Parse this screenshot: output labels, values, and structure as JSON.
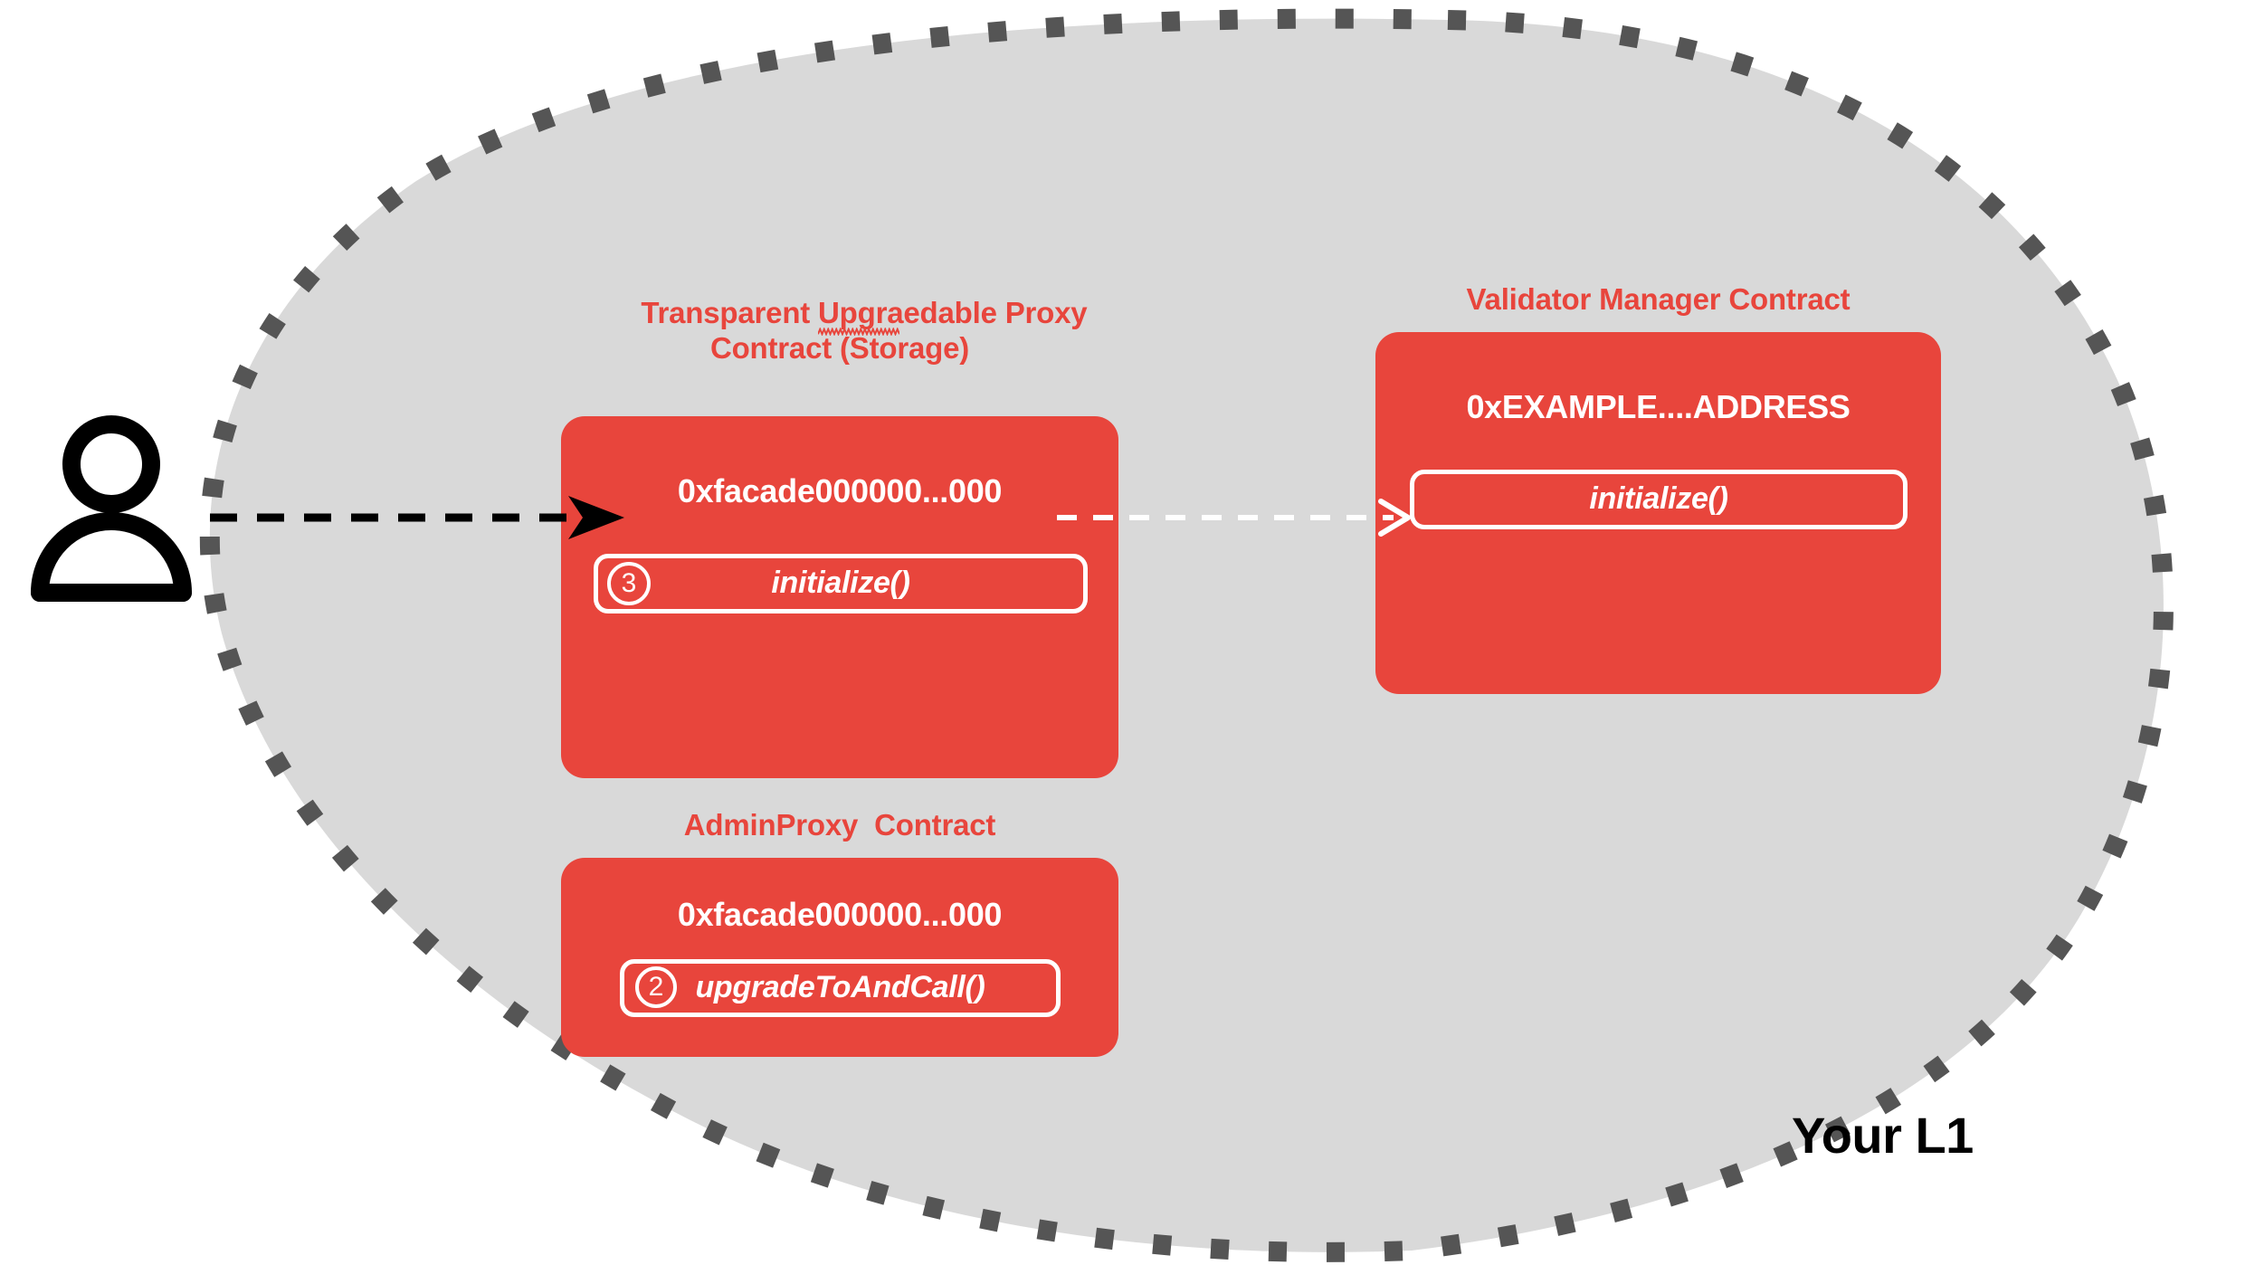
{
  "diagram": {
    "title_caption": "Your L1",
    "boundary_label": "Your L1",
    "colors": {
      "contract_red": "#E8453C",
      "blob_fill": "#D9D9D9",
      "blob_border_dots": "#555555",
      "actor_stroke": "#000000",
      "card_text": "#FFFFFF",
      "arrow_black": "#000000",
      "arrow_white": "#FFFFFF",
      "spellcheck_squiggle": "#E8453C"
    },
    "actor": {
      "icon": "person-icon",
      "label": ""
    },
    "contracts": [
      {
        "id": "transparent-upgradeable-proxy",
        "title_line1": "Transparent Upgraedable Proxy",
        "title_line2": "Contract (Storage)",
        "title_misspelled_word": "Upgraedable",
        "has_spellcheck_underline": true,
        "address": "0xfacade000000...000",
        "methods": [
          {
            "label": "initialize()",
            "step": "3",
            "has_step_badge": true
          }
        ]
      },
      {
        "id": "validator-manager",
        "title_line1": "Validator Manager Contract",
        "title_line2": "",
        "has_spellcheck_underline": false,
        "address": "0xEXAMPLE....ADDRESS",
        "methods": [
          {
            "label": "initialize()",
            "step": "",
            "has_step_badge": false
          }
        ]
      },
      {
        "id": "admin-proxy",
        "title_line1": "AdminProxy  Contract",
        "title_line2": "",
        "has_spellcheck_underline": false,
        "address": "0xfacade000000...000",
        "methods": [
          {
            "label": "upgradeToAndCall()",
            "step": "2",
            "has_step_badge": true
          }
        ]
      }
    ],
    "connections": [
      {
        "id": "user-to-proxy-initialize",
        "from": "person-icon",
        "to": "transparent-upgradeable-proxy.initialize()",
        "style": "dashed",
        "color": "#000000",
        "arrowhead": "solid-filled"
      },
      {
        "id": "proxy-to-validator-manager",
        "from": "transparent-upgradeable-proxy.initialize()",
        "to": "validator-manager.initialize()",
        "style": "dashed",
        "color": "#FFFFFF",
        "arrowhead": "open-v"
      }
    ]
  }
}
